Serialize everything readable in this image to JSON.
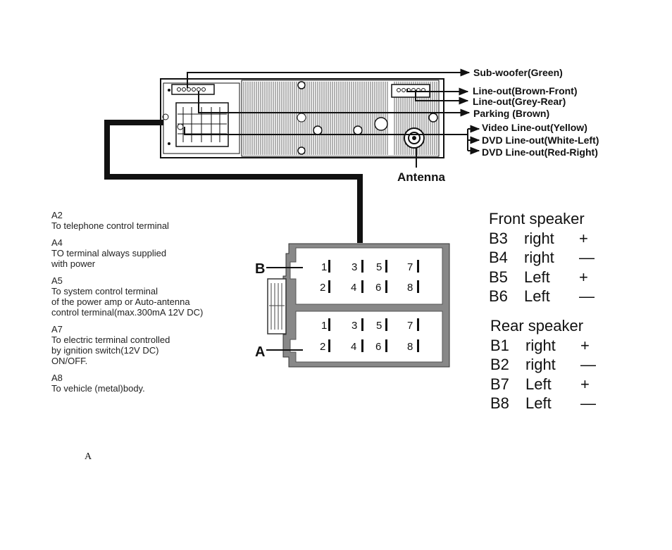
{
  "unit_labels": {
    "subwoofer": "Sub-woofer(Green)",
    "lineout_front": "Line-out(Brown-Front)",
    "lineout_rear": "Line-out(Grey-Rear)",
    "parking": "Parking (Brown)",
    "video_out": "Video Line-out(Yellow)",
    "dvd_left": "DVD Line-out(White-Left)",
    "dvd_right": "DVD Line-out(Red-Right)",
    "antenna": "Antenna"
  },
  "connector": {
    "label_b": "B",
    "label_a": "A",
    "pins_b": [
      "1",
      "3",
      "5",
      "7",
      "2",
      "4",
      "6",
      "8"
    ],
    "pins_a": [
      "1",
      "3",
      "5",
      "7",
      "2",
      "4",
      "6",
      "8"
    ]
  },
  "notes": [
    {
      "code": "A2",
      "text": "To telephone control terminal"
    },
    {
      "code": "A4",
      "text": "TO terminal always supplied\nwith power"
    },
    {
      "code": "A5",
      "text": "To system control terminal\nof the power amp or Auto-antenna\ncontrol  terminal(max.300mA 12V DC)"
    },
    {
      "code": "A7",
      "text": "To electric terminal controlled\nby ignition switch(12V DC)\nON/OFF."
    },
    {
      "code": "A8",
      "text": "To vehicle (metal)body."
    }
  ],
  "front_speaker": {
    "title": "Front speaker",
    "rows": [
      {
        "pin": "B3",
        "side": "right",
        "polarity": "+"
      },
      {
        "pin": "B4",
        "side": "right",
        "polarity": "—"
      },
      {
        "pin": "B5",
        "side": "Left",
        "polarity": "+"
      },
      {
        "pin": "B6",
        "side": "Left",
        "polarity": "—"
      }
    ]
  },
  "rear_speaker": {
    "title": "Rear speaker",
    "rows": [
      {
        "pin": "B1",
        "side": "right",
        "polarity": "+"
      },
      {
        "pin": "B2",
        "side": "right",
        "polarity": "—"
      },
      {
        "pin": "B7",
        "side": "Left",
        "polarity": "+"
      },
      {
        "pin": "B8",
        "side": "Left",
        "polarity": "—"
      }
    ]
  },
  "footnote": "A"
}
